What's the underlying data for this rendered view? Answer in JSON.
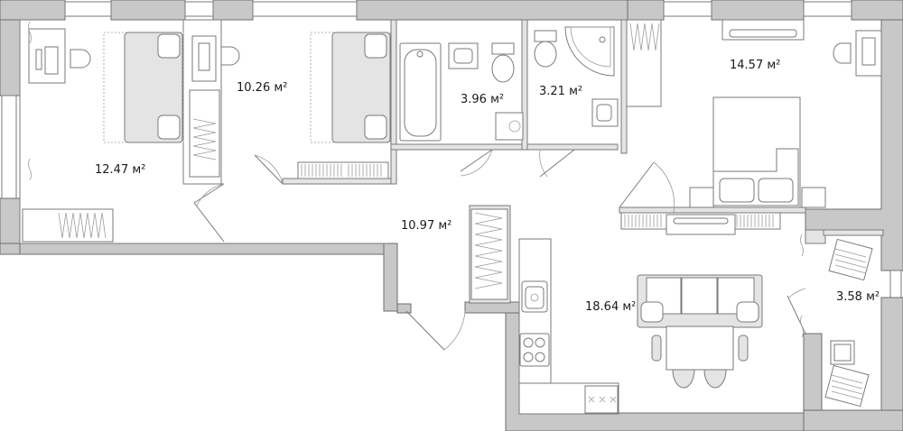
{
  "rooms": [
    {
      "id": "bedroom-left",
      "area": "12.47 м²"
    },
    {
      "id": "bedroom-middle",
      "area": "10.26 м²"
    },
    {
      "id": "bathroom",
      "area": "3.96 м²"
    },
    {
      "id": "shower-room",
      "area": "3.21 м²"
    },
    {
      "id": "bedroom-right",
      "area": "14.57 м²"
    },
    {
      "id": "hallway",
      "area": "10.97 м²"
    },
    {
      "id": "kitchen-living",
      "area": "18.64 м²"
    },
    {
      "id": "balcony",
      "area": "3.58 м²"
    }
  ],
  "colors": {
    "wall_fill": "#c8c8c8",
    "wall_stroke": "#6e6e6e",
    "furniture_stroke": "#7a7a7a",
    "text": "#1a1a1a"
  }
}
